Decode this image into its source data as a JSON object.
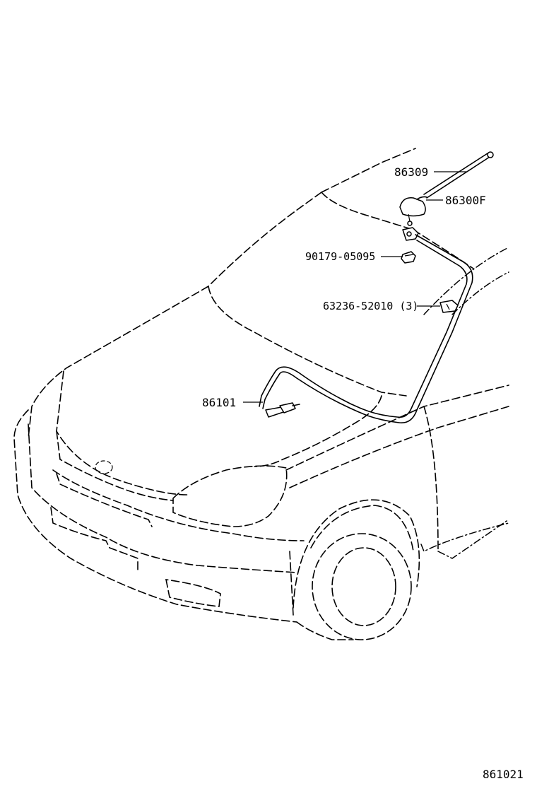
{
  "diagram": {
    "part_labels": {
      "antenna_rod": "86309",
      "antenna_base": "86300F",
      "nut": "90179-05095",
      "clamp": "63236-52010 (3)",
      "antenna_cord": "86101"
    },
    "figure_number": "861021"
  }
}
